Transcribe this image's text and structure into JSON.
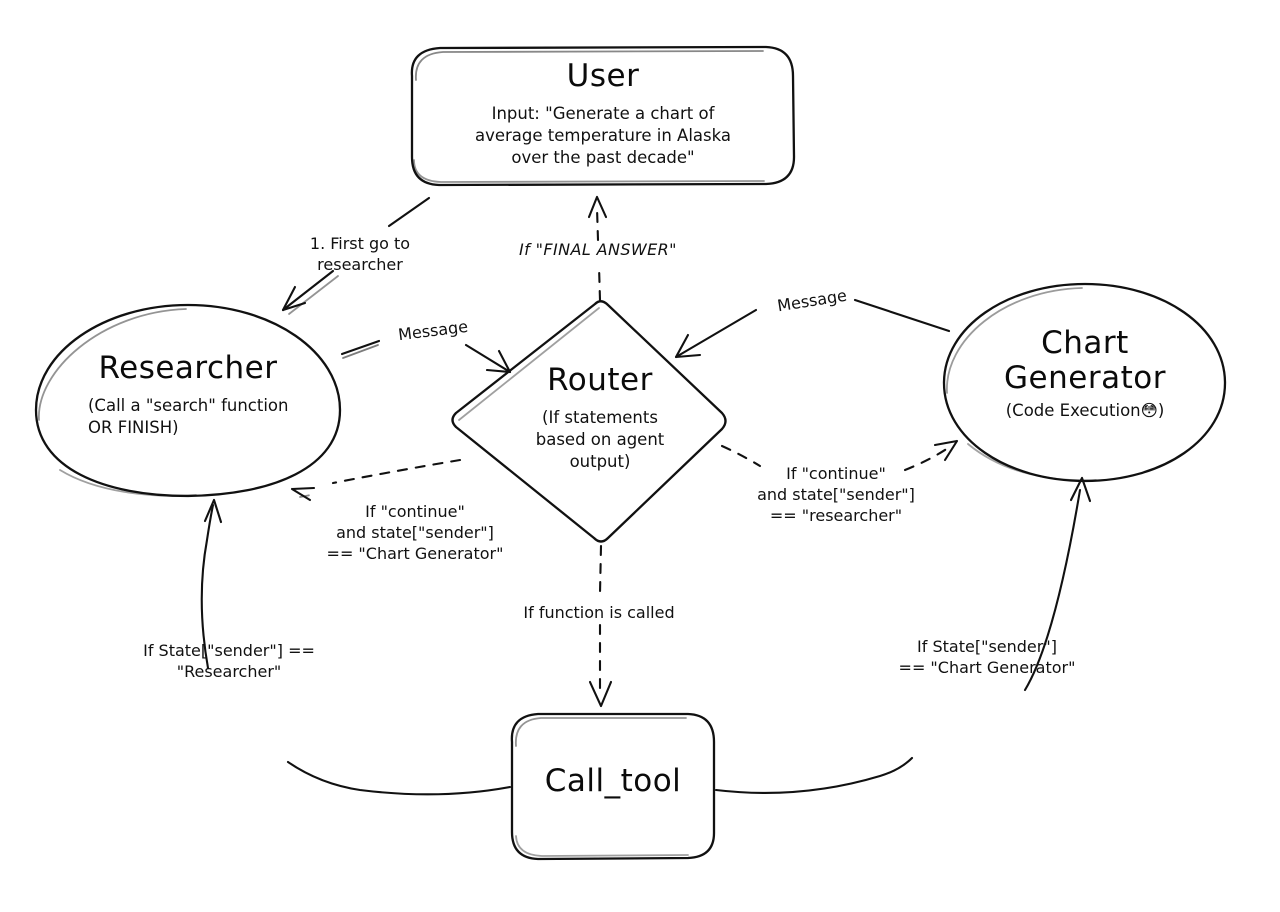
{
  "diagram": {
    "title": "Multi-agent LangGraph flow",
    "style": "hand-drawn whiteboard sketch",
    "background_color": "#ffffff",
    "stroke_color": "#111111"
  },
  "nodes": {
    "user": {
      "id": "user",
      "shape": "rounded-rectangle",
      "title": "User",
      "description": "Input: \"Generate a chart of\naverage temperature in Alaska\nover the past decade\""
    },
    "researcher": {
      "id": "researcher",
      "shape": "ellipse",
      "title": "Researcher",
      "description": "(Call a \"search\" function\nOR FINISH)"
    },
    "router": {
      "id": "router",
      "shape": "diamond",
      "title": "Router",
      "description": "(If statements\nbased on agent\noutput)"
    },
    "chart_generator": {
      "id": "chart_generator",
      "shape": "ellipse",
      "title": "Chart\nGenerator",
      "description": "(Code Execution😳)"
    },
    "call_tool": {
      "id": "call_tool",
      "shape": "rounded-rectangle",
      "title": "Call_tool",
      "description": ""
    }
  },
  "edges": [
    {
      "id": "user-to-researcher",
      "from": "user",
      "to": "researcher",
      "style": "solid",
      "label": "1. First go to\nresearcher"
    },
    {
      "id": "researcher-to-router",
      "from": "researcher",
      "to": "router",
      "style": "solid",
      "label": "Message"
    },
    {
      "id": "chartgen-to-router",
      "from": "chart_generator",
      "to": "router",
      "style": "solid",
      "label": "Message"
    },
    {
      "id": "router-to-user",
      "from": "router",
      "to": "user",
      "style": "dashed",
      "label": "If \"FINAL ANSWER\""
    },
    {
      "id": "router-to-researcher",
      "from": "router",
      "to": "researcher",
      "style": "dashed",
      "label": "If \"continue\"\nand state[\"sender\"]\n== \"Chart Generator\""
    },
    {
      "id": "router-to-chartgen",
      "from": "router",
      "to": "chart_generator",
      "style": "dashed",
      "label": "If \"continue\"\nand state[\"sender\"]\n== \"researcher\""
    },
    {
      "id": "router-to-calltool",
      "from": "router",
      "to": "call_tool",
      "style": "dashed",
      "label": "If function is called"
    },
    {
      "id": "calltool-to-researcher",
      "from": "call_tool",
      "to": "researcher",
      "style": "solid",
      "label": "If State[\"sender\"] ==\n\"Researcher\""
    },
    {
      "id": "calltool-to-chartgen",
      "from": "call_tool",
      "to": "chart_generator",
      "style": "solid",
      "label": "If State[\"sender\"]\n== \"Chart Generator\""
    }
  ]
}
